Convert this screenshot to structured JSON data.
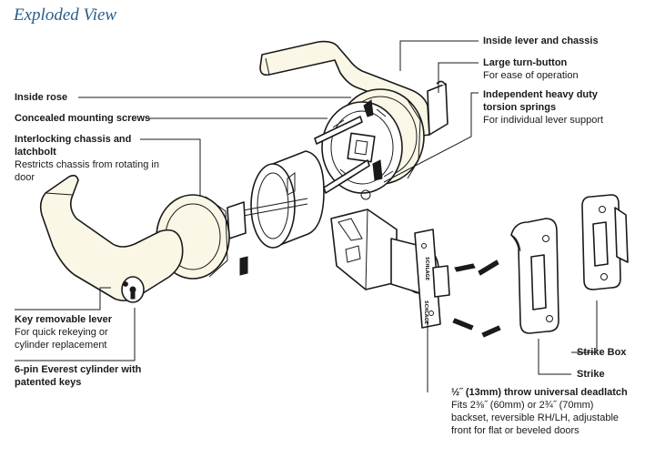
{
  "title": "Exploded View",
  "callouts": {
    "inside_lever": {
      "heading": "Inside lever and chassis"
    },
    "turn_button": {
      "heading": "Large turn-button",
      "detail": "For ease of operation"
    },
    "springs": {
      "heading": "Independent heavy duty torsion springs",
      "detail": "For individual lever support"
    },
    "inside_rose": {
      "heading": "Inside rose"
    },
    "screws": {
      "heading": "Concealed mounting screws"
    },
    "chassis": {
      "heading": "Interlocking chassis and latchbolt",
      "detail": "Restricts chassis from rotating in door"
    },
    "key_lever": {
      "heading": "Key removable lever",
      "detail": "For quick rekeying or cylinder replacement"
    },
    "cylinder": {
      "heading": "6-pin Everest cylinder with patented keys"
    },
    "strike_box": {
      "heading": "Strike Box"
    },
    "strike": {
      "heading": "Strike"
    },
    "deadlatch": {
      "heading": "½˝ (13mm) throw universal deadlatch",
      "detail": "Fits 2⅜˝ (60mm) or 2¾˝ (70mm) backset, reversible RH/LH, adjustable front for flat or beveled doors"
    }
  },
  "faceplate_marks": {
    "top": "SCHLAGE",
    "bottom": "SCHLAGE"
  }
}
